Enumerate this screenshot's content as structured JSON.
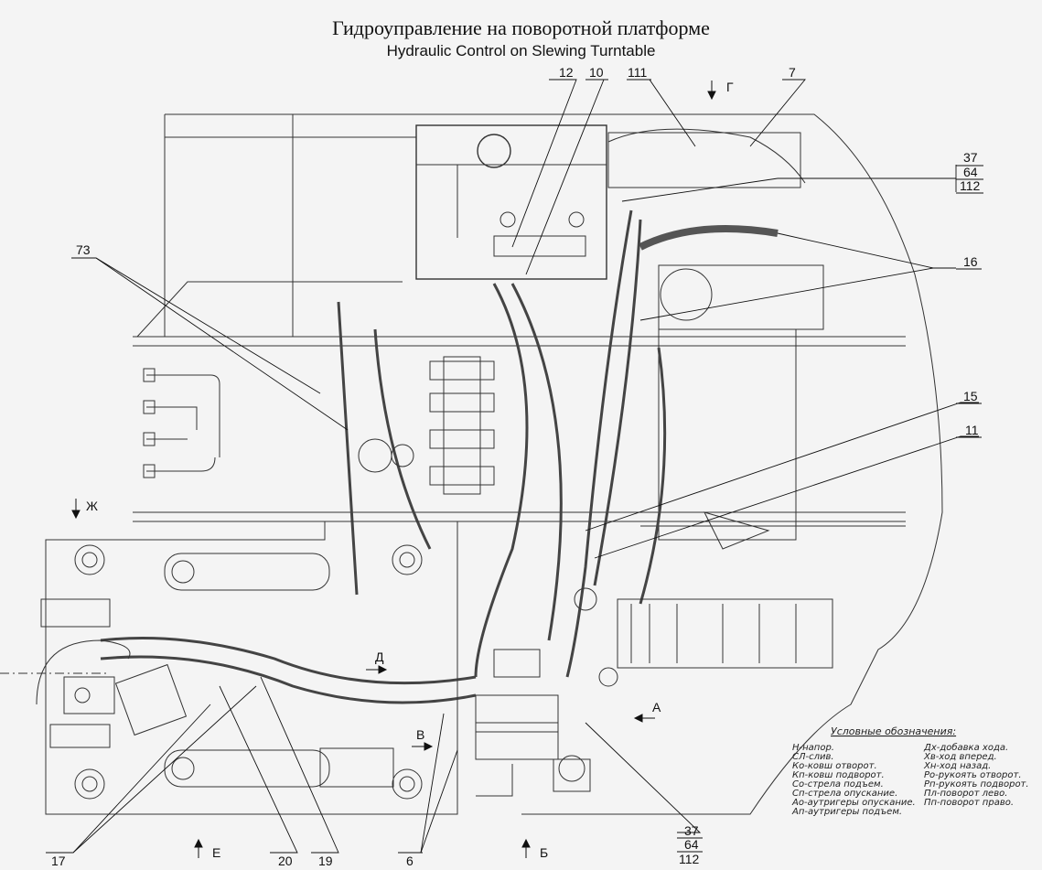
{
  "title_ru": "Гидроуправление на поворотной платформе",
  "title_en": "Hydraulic Control on Slewing Turntable",
  "callouts": {
    "c12": "12",
    "c10": "10",
    "c111": "111",
    "c7": "7",
    "c37a": "37",
    "c64a": "64",
    "c112a": "112",
    "c73": "73",
    "c16": "16",
    "c15": "15",
    "c11": "11",
    "c17": "17",
    "c20": "20",
    "c19": "19",
    "c6": "6",
    "c37b": "37",
    "c64b": "64",
    "c112b": "112"
  },
  "views": {
    "g": "Г",
    "zh": "Ж",
    "d": "Д",
    "v": "В",
    "a": "А",
    "e": "Е",
    "b": "Б"
  },
  "legend": {
    "title": "Условные обозначения:",
    "left": [
      "Н-напор.",
      "СЛ-слив.",
      "Ко-ковш отворот.",
      "Кп-ковш подворот.",
      "Со-стрела подъем.",
      "Сп-стрела опускание.",
      "Ао-аутригеры опускание.",
      "Ап-аутригеры подъем."
    ],
    "right": [
      "Дх-добавка хода.",
      "Хв-ход вперед.",
      "Хн-ход назад.",
      "Ро-рукоять отворот.",
      "Рп-рукоять подворот.",
      "Пл-поворот лево.",
      "Пп-поворот право."
    ]
  }
}
